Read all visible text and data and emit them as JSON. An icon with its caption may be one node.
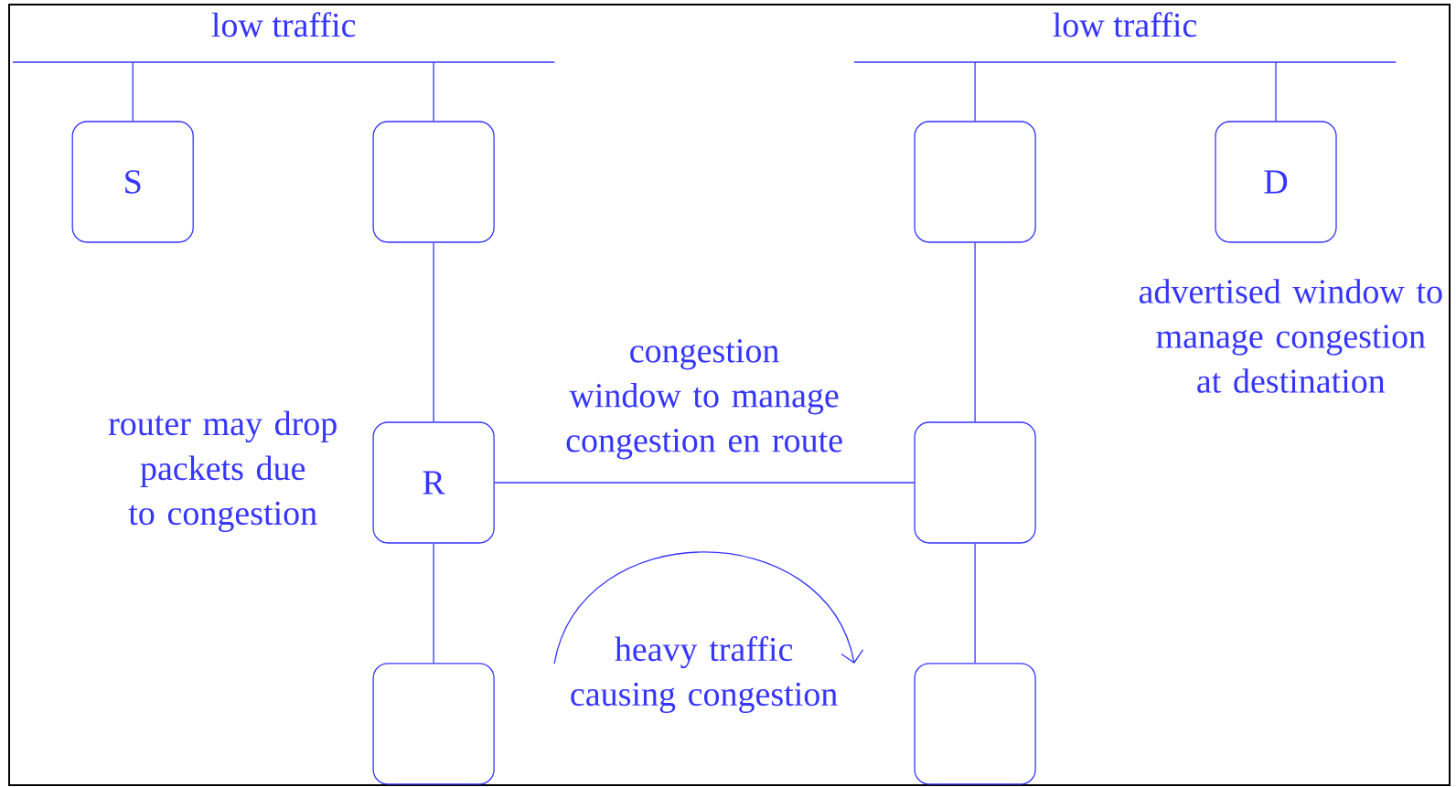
{
  "diagram": {
    "nodes": [
      {
        "text": [
          "low traffic"
        ]
      },
      {
        "text": [
          "low traffic"
        ]
      },
      {
        "text": [
          "S"
        ]
      },
      {
        "text": [],
        "shape": "box"
      },
      {
        "text": [],
        "shape": "box"
      },
      {
        "text": [
          "D"
        ],
        "beside": [
          "advertised window to manage congestion at destination"
        ]
      },
      {
        "text": [
          "R"
        ],
        "beside": [
          "router may drop packets due to congestion"
        ]
      },
      {
        "text": [],
        "shape": "box"
      },
      {
        "text": [],
        "shape": "box"
      },
      {
        "text": [],
        "shape": "box"
      }
    ],
    "edges": [
      {
        "from": 0,
        "to": 2,
        "arrow": "none"
      },
      {
        "from": 0,
        "to": 3,
        "arrow": "none"
      },
      {
        "from": 1,
        "to": 4,
        "arrow": "none"
      },
      {
        "from": 1,
        "to": 5,
        "arrow": "none"
      },
      {
        "from": 3,
        "to": 6,
        "arrow": "none"
      },
      {
        "from": 6,
        "to": 7,
        "arrow": "none",
        "label": "congestion window to manage congestion en route"
      },
      {
        "from": 4,
        "to": 7,
        "arrow": "none"
      },
      {
        "from": 6,
        "to": 8,
        "arrow": "none"
      },
      {
        "from": 7,
        "to": 9,
        "arrow": "none"
      }
    ],
    "labels": [
      "heavy traffic causing congestion"
    ]
  }
}
